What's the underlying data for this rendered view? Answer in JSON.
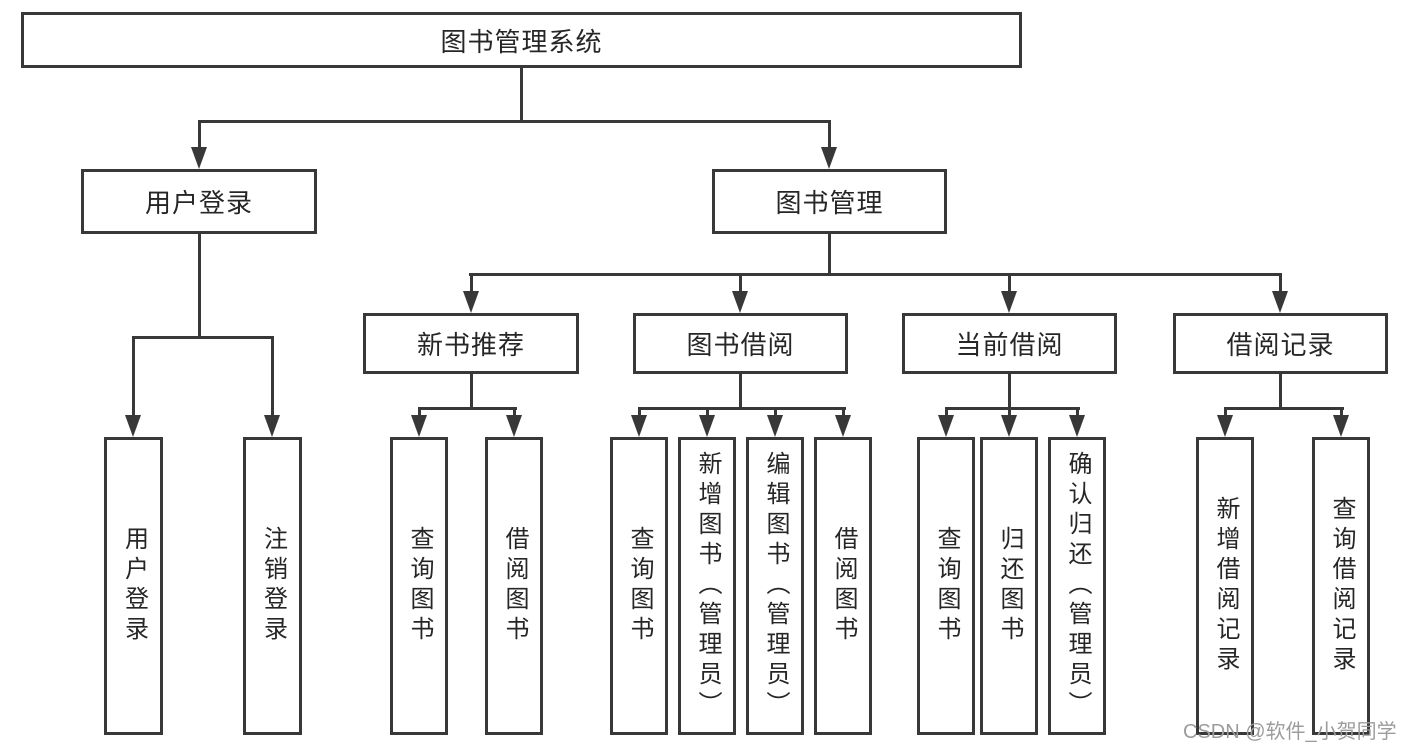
{
  "root": {
    "label": "图书管理系统"
  },
  "level1": [
    {
      "label": "用户登录"
    },
    {
      "label": "图书管理"
    }
  ],
  "level2": [
    {
      "label": "新书推荐"
    },
    {
      "label": "图书借阅"
    },
    {
      "label": "当前借阅"
    },
    {
      "label": "借阅记录"
    }
  ],
  "leaves": {
    "user": [
      {
        "label": "用户登录"
      },
      {
        "label": "注销登录"
      }
    ],
    "recommend": [
      {
        "label": "查询图书"
      },
      {
        "label": "借阅图书"
      }
    ],
    "borrow": [
      {
        "label": "查询图书"
      },
      {
        "label": "新增图书（管理员）"
      },
      {
        "label": "编辑图书（管理员）"
      },
      {
        "label": "借阅图书"
      }
    ],
    "current": [
      {
        "label": "查询图书"
      },
      {
        "label": "归还图书"
      },
      {
        "label": "确认归还（管理员）"
      }
    ],
    "records": [
      {
        "label": "新增借阅记录"
      },
      {
        "label": "查询借阅记录"
      }
    ]
  },
  "watermark": "CSDN @软件_小贺同学",
  "colors": {
    "line": "#383838",
    "text": "#262626",
    "watermark": "#9c9c9c"
  }
}
